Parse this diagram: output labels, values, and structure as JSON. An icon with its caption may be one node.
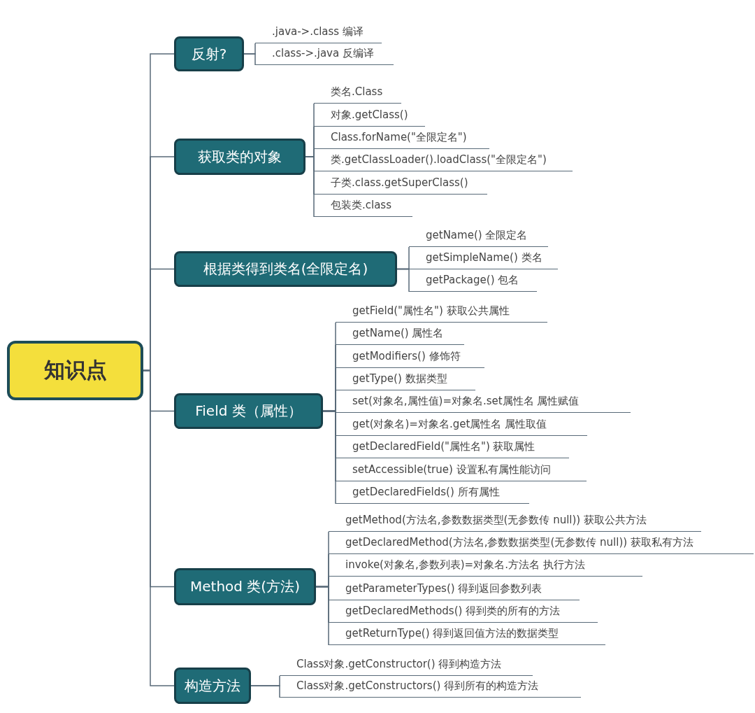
{
  "diagram": {
    "nodes": [
      {
        "text": [
          "知识点"
        ]
      },
      {
        "text": [
          "反射?"
        ]
      },
      {
        "text": [
          ".java->.class  编译"
        ]
      },
      {
        "text": [
          ".class->.java  反编译"
        ]
      },
      {
        "text": [
          "获取类的对象"
        ]
      },
      {
        "text": [
          "类名.Class"
        ]
      },
      {
        "text": [
          "对象.getClass()"
        ]
      },
      {
        "text": [
          "Class.forName(\"全限定名\")"
        ]
      },
      {
        "text": [
          "类.getClassLoader().loadClass(\"全限定名\")"
        ]
      },
      {
        "text": [
          "子类.class.getSuperClass()"
        ]
      },
      {
        "text": [
          "包装类.class"
        ]
      },
      {
        "text": [
          "根据类得到类名(全限定名)"
        ]
      },
      {
        "text": [
          "getName() 全限定名"
        ]
      },
      {
        "text": [
          "getSimpleName() 类名"
        ]
      },
      {
        "text": [
          "getPackage() 包名"
        ]
      },
      {
        "text": [
          "Field 类（属性）"
        ]
      },
      {
        "text": [
          "getField(\"属性名\")  获取公共属性"
        ]
      },
      {
        "text": [
          "getName()  属性名"
        ]
      },
      {
        "text": [
          "getModifiers()  修饰符"
        ]
      },
      {
        "text": [
          "getType()  数据类型"
        ]
      },
      {
        "text": [
          "set(对象名,属性值)=对象名.set属性名  属性赋值"
        ]
      },
      {
        "text": [
          "get(对象名)=对象名.get属性名  属性取值"
        ]
      },
      {
        "text": [
          "getDeclaredField(\"属性名\")  获取属性"
        ]
      },
      {
        "text": [
          "setAccessible(true) 设置私有属性能访问"
        ]
      },
      {
        "text": [
          "getDeclaredFields()  所有属性"
        ]
      },
      {
        "text": [
          "Method 类(方法)"
        ]
      },
      {
        "text": [
          "getMethod(方法名,参数数据类型(无参数传 null))  获取公共方法"
        ]
      },
      {
        "text": [
          "getDeclaredMethod(方法名,参数数据类型(无参数传 null))  获取私有方法"
        ]
      },
      {
        "text": [
          "invoke(对象名,参数列表)=对象名.方法名   执行方法"
        ]
      },
      {
        "text": [
          "getParameterTypes()  得到返回参数列表"
        ]
      },
      {
        "text": [
          "getDeclaredMethods()  得到类的所有的方法"
        ]
      },
      {
        "text": [
          "getReturnType()  得到返回值方法的数据类型"
        ]
      },
      {
        "text": [
          "构造方法"
        ]
      },
      {
        "text": [
          "Class对象.getConstructor() 得到构造方法"
        ]
      },
      {
        "text": [
          "Class对象.getConstructors()  得到所有的构造方法"
        ]
      }
    ],
    "edges": [
      {
        "from": 0,
        "to": 1,
        "arrow": "none"
      },
      {
        "from": 0,
        "to": 4,
        "arrow": "none"
      },
      {
        "from": 0,
        "to": 11,
        "arrow": "none"
      },
      {
        "from": 0,
        "to": 15,
        "arrow": "none"
      },
      {
        "from": 0,
        "to": 25,
        "arrow": "none"
      },
      {
        "from": 0,
        "to": 32,
        "arrow": "none"
      },
      {
        "from": 1,
        "to": 2,
        "arrow": "none"
      },
      {
        "from": 1,
        "to": 3,
        "arrow": "none"
      },
      {
        "from": 4,
        "to": 5,
        "arrow": "none"
      },
      {
        "from": 4,
        "to": 6,
        "arrow": "none"
      },
      {
        "from": 4,
        "to": 7,
        "arrow": "none"
      },
      {
        "from": 4,
        "to": 8,
        "arrow": "none"
      },
      {
        "from": 4,
        "to": 9,
        "arrow": "none"
      },
      {
        "from": 4,
        "to": 10,
        "arrow": "none"
      },
      {
        "from": 11,
        "to": 12,
        "arrow": "none"
      },
      {
        "from": 11,
        "to": 13,
        "arrow": "none"
      },
      {
        "from": 11,
        "to": 14,
        "arrow": "none"
      },
      {
        "from": 15,
        "to": 16,
        "arrow": "none"
      },
      {
        "from": 15,
        "to": 17,
        "arrow": "none"
      },
      {
        "from": 15,
        "to": 18,
        "arrow": "none"
      },
      {
        "from": 15,
        "to": 19,
        "arrow": "none"
      },
      {
        "from": 15,
        "to": 20,
        "arrow": "none"
      },
      {
        "from": 15,
        "to": 21,
        "arrow": "none"
      },
      {
        "from": 15,
        "to": 22,
        "arrow": "none"
      },
      {
        "from": 15,
        "to": 23,
        "arrow": "none"
      },
      {
        "from": 15,
        "to": 24,
        "arrow": "none"
      },
      {
        "from": 25,
        "to": 26,
        "arrow": "none"
      },
      {
        "from": 25,
        "to": 27,
        "arrow": "none"
      },
      {
        "from": 25,
        "to": 28,
        "arrow": "none"
      },
      {
        "from": 25,
        "to": 29,
        "arrow": "none"
      },
      {
        "from": 25,
        "to": 30,
        "arrow": "none"
      },
      {
        "from": 25,
        "to": 31,
        "arrow": "none"
      },
      {
        "from": 32,
        "to": 33,
        "arrow": "none"
      },
      {
        "from": 32,
        "to": 34,
        "arrow": "none"
      }
    ]
  }
}
